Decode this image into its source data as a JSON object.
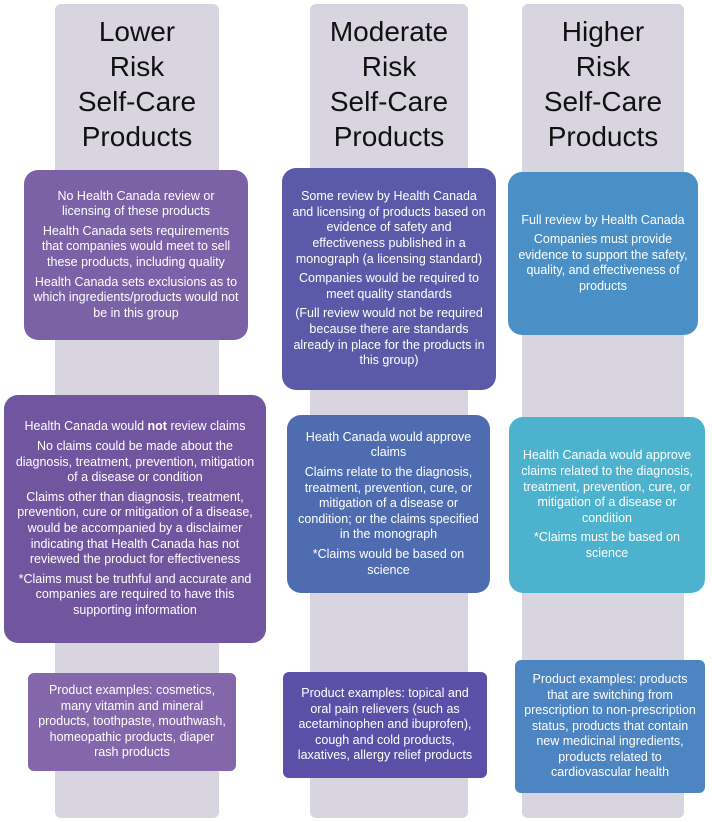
{
  "columns": [
    {
      "title": [
        "Lower",
        "Risk",
        "Self-Care",
        "Products"
      ],
      "boxes": [
        {
          "color": "#7b62a6",
          "paragraphs": [
            "No Health Canada review or licensing of these products",
            "Health Canada sets requirements that companies would meet to sell these products, including quality",
            "Health Canada sets exclusions as to which ingredients/products would not be in this group"
          ]
        },
        {
          "color": "#71559f",
          "claims_lead_before": "Health Canada would ",
          "claims_lead_bold": "not",
          "claims_lead_after": " review claims",
          "paragraphs": [
            "No claims could be made about the diagnosis, treatment, prevention, mitigation of a disease or condition",
            "Claims other than diagnosis, treatment, prevention, cure or mitigation of a disease, would be accompanied by a disclaimer indicating that Health Canada has not reviewed the product for effectiveness",
            "*Claims must be truthful and accurate and companies are required to have this supporting information"
          ]
        },
        {
          "color": "#8466aa",
          "paragraphs": [
            "Product examples: cosmetics, many vitamin and mineral products, toothpaste, mouthwash, homeopathic products, diaper rash products"
          ]
        }
      ]
    },
    {
      "title": [
        "Moderate",
        "Risk",
        "Self-Care",
        "Products"
      ],
      "boxes": [
        {
          "color": "#5b5aa8",
          "paragraphs": [
            "Some review by Health Canada and licensing of products based on evidence of safety and effectiveness published in a monograph (a licensing standard)",
            "Companies would be required to meet quality standards",
            "(Full review would not be required because there are standards already in place for the products in this group)"
          ]
        },
        {
          "color": "#4f6cb1",
          "paragraphs": [
            "Heath Canada would approve claims",
            "Claims relate to the diagnosis, treatment, prevention, cure, or mitigation of a disease or condition; or the claims specified in the monograph",
            "*Claims would be based on science"
          ]
        },
        {
          "color": "#5b4fa8",
          "paragraphs": [
            "Product examples: topical and oral pain relievers (such as acetaminophen and ibuprofen), cough and cold products, laxatives, allergy relief products"
          ]
        }
      ]
    },
    {
      "title": [
        "Higher",
        "Risk",
        "Self-Care",
        "Products"
      ],
      "boxes": [
        {
          "color": "#4a8fc6",
          "paragraphs": [
            "Full review by Health Canada",
            "Companies must provide evidence to support the safety, quality, and effectiveness of products"
          ]
        },
        {
          "color": "#4cb2cd",
          "paragraphs": [
            "Health Canada would approve claims related to the diagnosis, treatment, prevention, cure, or mitigation of a disease or condition",
            "*Claims must be based on science"
          ]
        },
        {
          "color": "#4d84c2",
          "paragraphs": [
            "Product examples: products that are switching from prescription to non-prescription status, products that contain new medicinal ingredients, products related to cardiovascular health"
          ]
        }
      ]
    }
  ]
}
